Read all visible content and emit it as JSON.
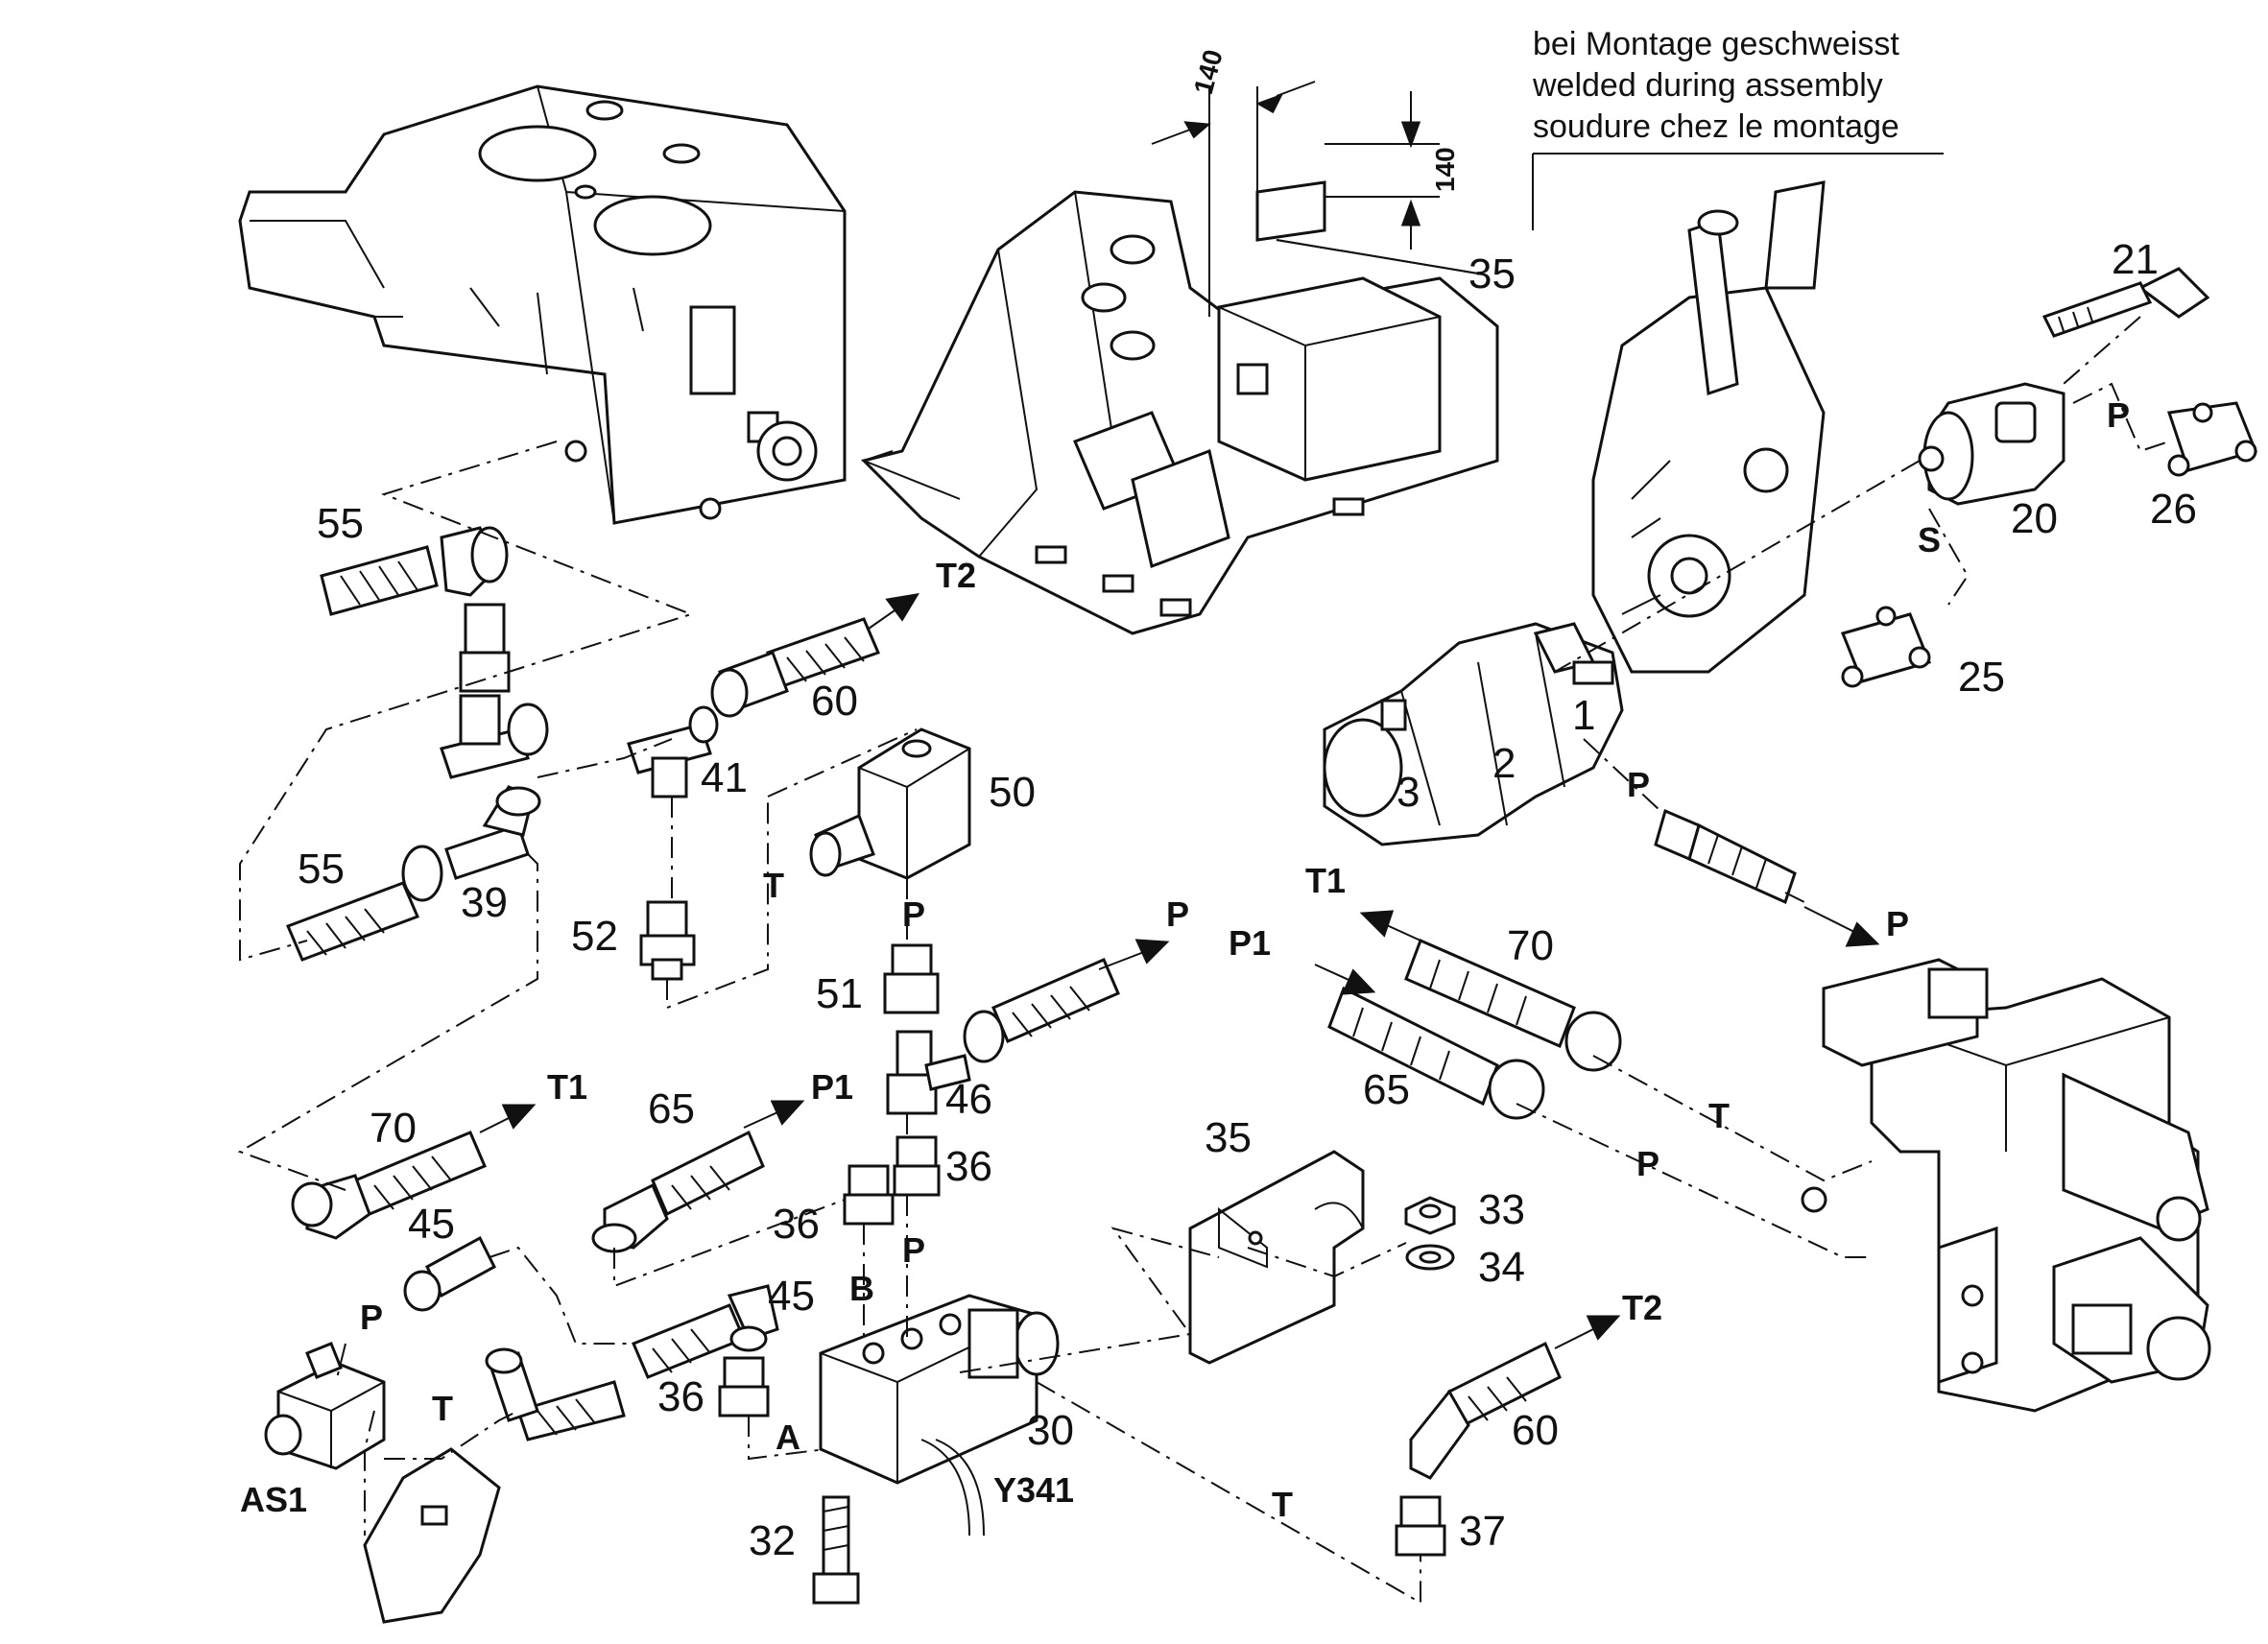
{
  "note": {
    "line1": "bei Montage geschweisst",
    "line2": "welded during assembly",
    "line3": "soudure chez le montage"
  },
  "dimensions": {
    "d1": "140",
    "d2": "140"
  },
  "callouts": {
    "c35a": "35",
    "c21": "21",
    "c20": "20",
    "c26": "26",
    "c25": "25",
    "c55a": "55",
    "c55b": "55",
    "c60a": "60",
    "c41": "41",
    "c50": "50",
    "c39": "39",
    "c52": "52",
    "c51": "51",
    "c70a": "70",
    "c70b": "70",
    "c65a": "65",
    "c65b": "65",
    "c46": "46",
    "c36a": "36",
    "c36b": "36",
    "c36c": "36",
    "c45a": "45",
    "c45b": "45",
    "c35b": "35",
    "c33": "33",
    "c34": "34",
    "c30": "30",
    "c32": "32",
    "c60b": "60",
    "c37": "37",
    "p1": "1",
    "p2": "2",
    "p3": "3"
  },
  "ports": {
    "T2a": "T2",
    "T2b": "T2",
    "T1a": "T1",
    "T1b": "T1",
    "P1a": "P1",
    "P1b": "P1",
    "Pa": "P",
    "Pb": "P",
    "Pc": "P",
    "Pd": "P",
    "Pe": "P",
    "Pf": "P",
    "Pg": "P",
    "Ph": "P",
    "S": "S",
    "Ta": "T",
    "Tb": "T",
    "Tc": "T",
    "Td": "T",
    "A": "A",
    "B": "B"
  },
  "designations": {
    "as1": "AS1",
    "y341": "Y341"
  }
}
